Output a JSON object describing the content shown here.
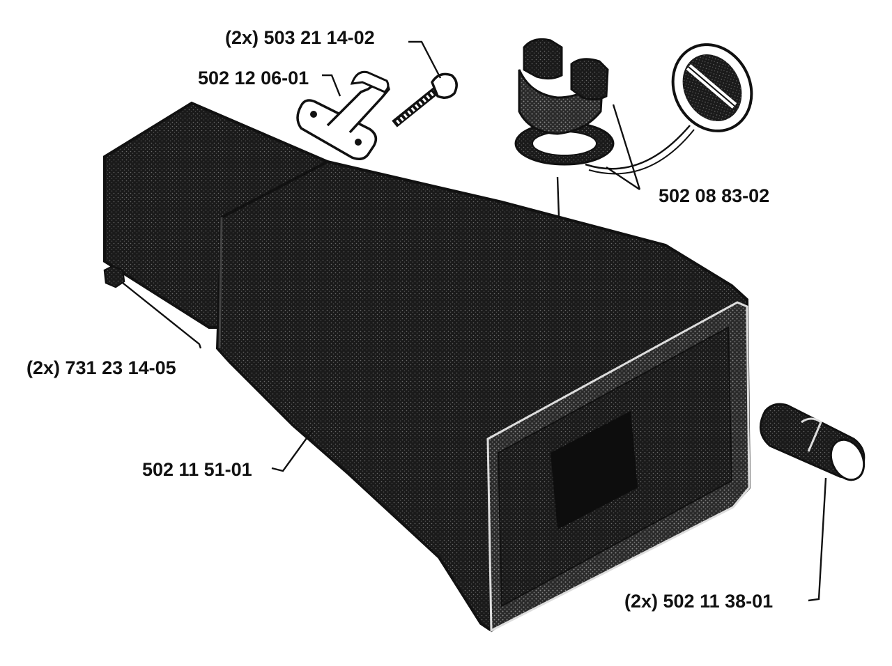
{
  "labels": {
    "screw": "(2x) 503 21 14-02",
    "bracket": "502 12 06-01",
    "fuel_cap": "502 08 83-02",
    "nut": "(2x) 731 23 14-05",
    "tank": "502 11 51-01",
    "damper": "(2x) 502 11 38-01"
  },
  "colors": {
    "ink": "#111111",
    "shade": "#1e1e1e",
    "paper": "#ffffff"
  }
}
